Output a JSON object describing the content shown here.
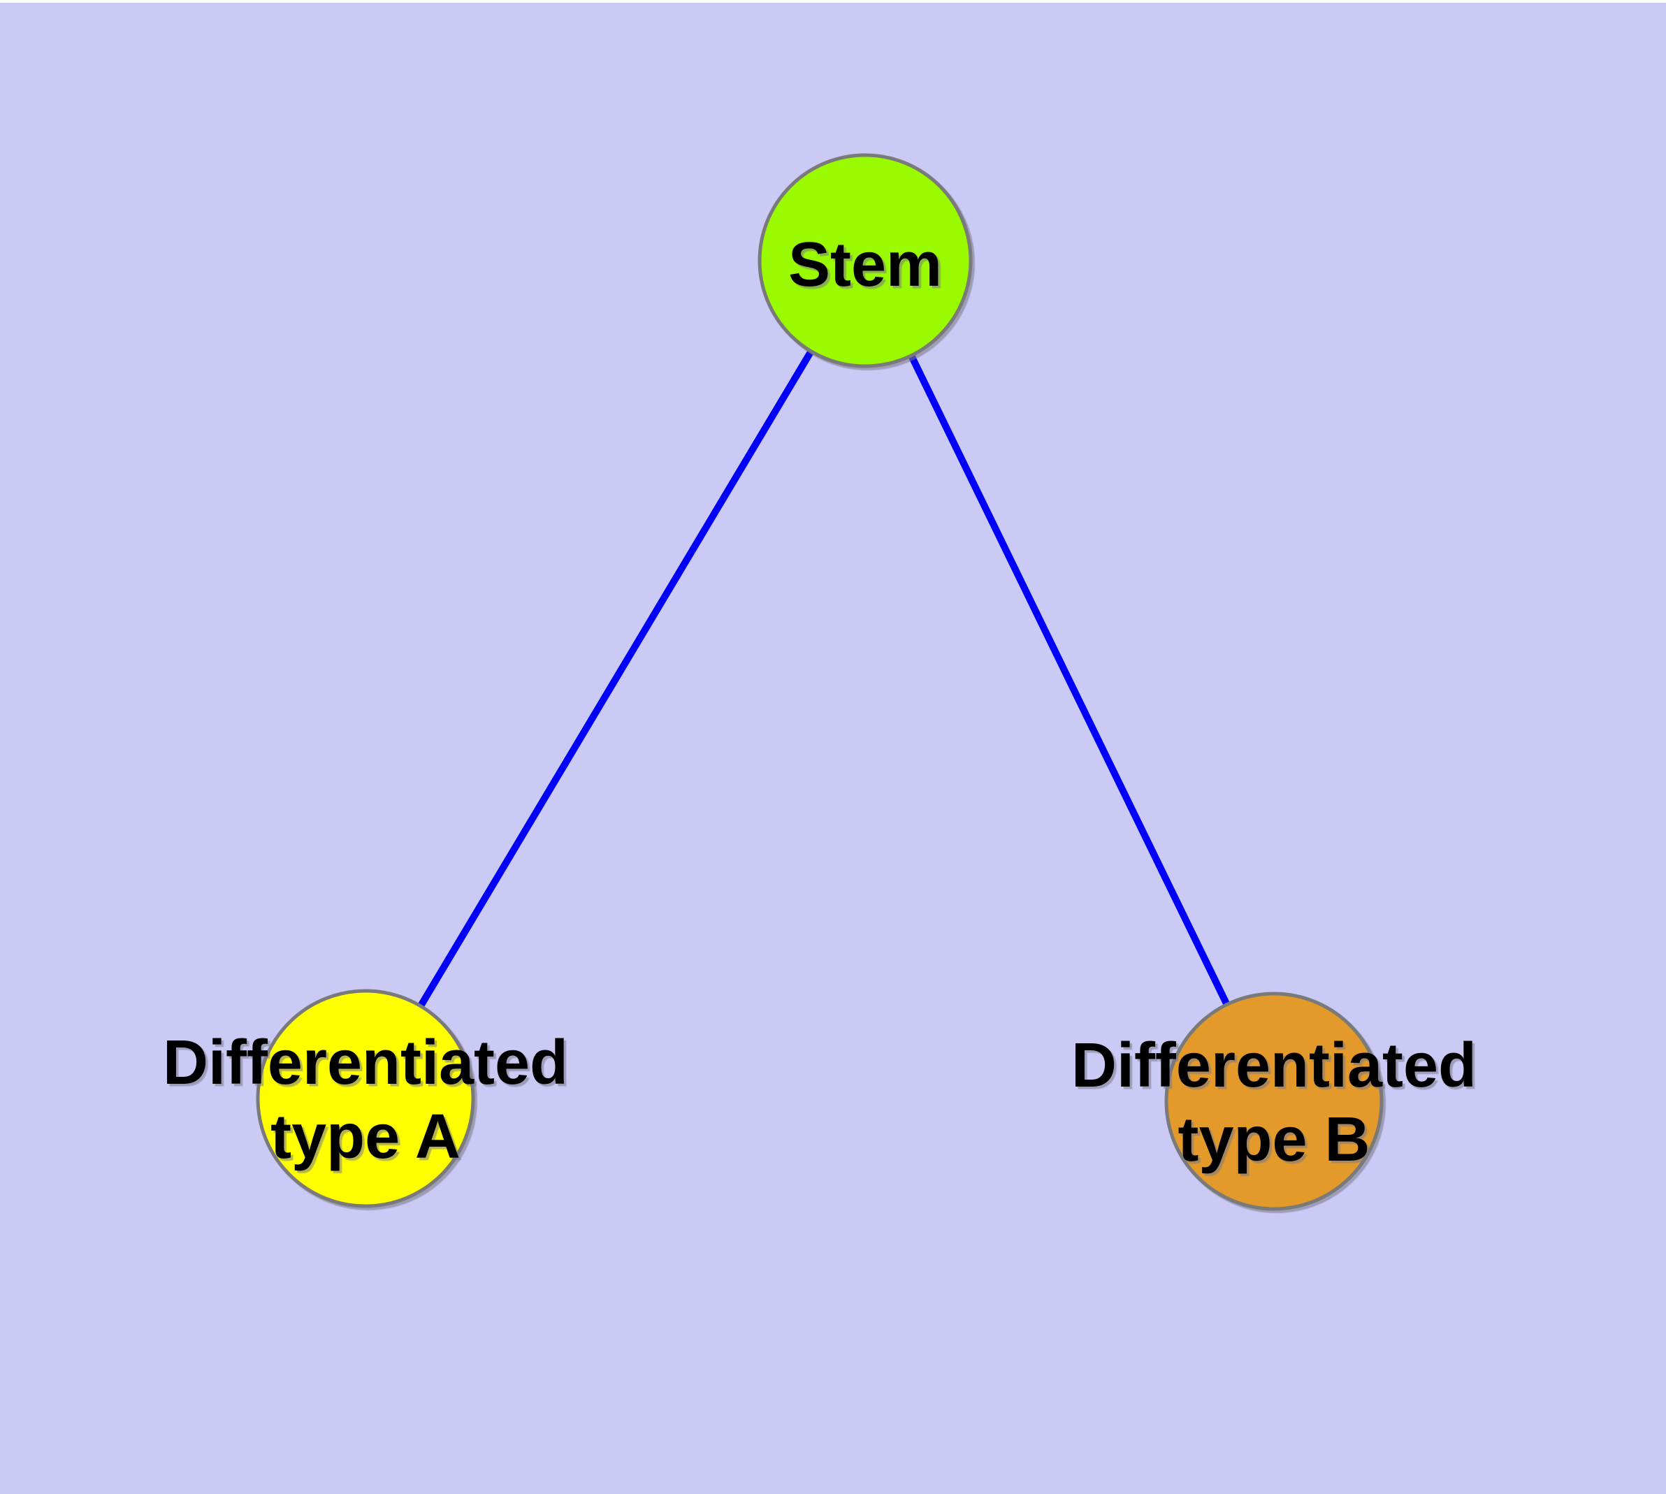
{
  "diagram": {
    "background_color": "#CACAF5",
    "edge_color": "#0000FA",
    "node_border_color": "#7A7A7A",
    "label_color": "#000000",
    "nodes": [
      {
        "id": "stem",
        "label": "Stem",
        "fill_color": "#9AFA00"
      },
      {
        "id": "differentiated-type-a",
        "label_line1": "Differentiated",
        "label_line2": "type A",
        "fill_color": "#FFFF00"
      },
      {
        "id": "differentiated-type-b",
        "label_line1": "Differentiated",
        "label_line2": "type B",
        "fill_color": "#E39A2A"
      }
    ],
    "edges": [
      {
        "from": "Stem",
        "to": "Differentiated type A"
      },
      {
        "from": "Stem",
        "to": "Differentiated type B"
      }
    ]
  }
}
